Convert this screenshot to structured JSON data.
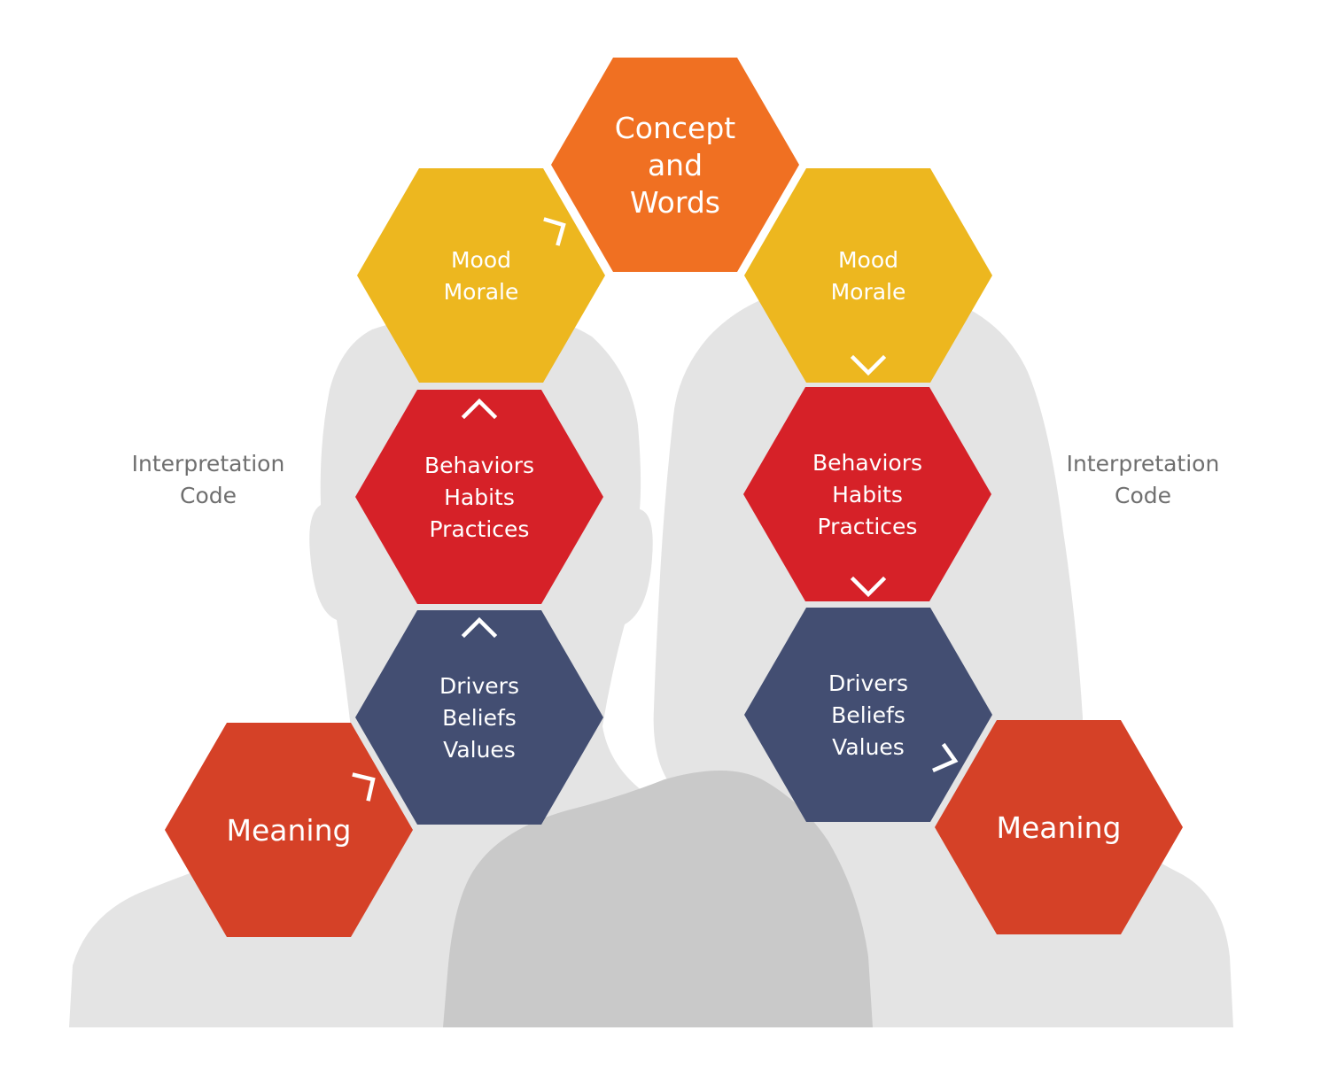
{
  "colors": {
    "orange": "#f07022",
    "yellow": "#edb71f",
    "red": "#d62128",
    "navy": "#434e72",
    "meaning_red": "#d54127",
    "silhouette_light": "#e4e4e4",
    "silhouette_dark": "#c8c8c8",
    "side_text": "#6f6f6f"
  },
  "hexagons": {
    "concept": {
      "lines": [
        "Concept",
        "and",
        "Words"
      ],
      "color": "orange"
    },
    "mood_left": {
      "lines": [
        "Mood",
        "Morale"
      ],
      "color": "yellow"
    },
    "mood_right": {
      "lines": [
        "Mood",
        "Morale"
      ],
      "color": "yellow"
    },
    "behaviors_left": {
      "lines": [
        "Behaviors",
        "Habits",
        "Practices"
      ],
      "color": "red"
    },
    "behaviors_right": {
      "lines": [
        "Behaviors",
        "Habits",
        "Practices"
      ],
      "color": "red"
    },
    "drivers_left": {
      "lines": [
        "Drivers",
        "Beliefs",
        "Values"
      ],
      "color": "navy"
    },
    "drivers_right": {
      "lines": [
        "Drivers",
        "Beliefs",
        "Values"
      ],
      "color": "navy"
    },
    "meaning_left": {
      "lines": [
        "Meaning"
      ],
      "color": "meaning_red"
    },
    "meaning_right": {
      "lines": [
        "Meaning"
      ],
      "color": "meaning_red"
    }
  },
  "side_labels": {
    "left": [
      "Interpretation",
      "Code"
    ],
    "right": [
      "Interpretation",
      "Code"
    ]
  },
  "flow": {
    "left": [
      "meaning_left",
      "drivers_left",
      "behaviors_left",
      "mood_left",
      "concept"
    ],
    "right": [
      "concept",
      "mood_right",
      "behaviors_right",
      "drivers_right",
      "meaning_right"
    ]
  },
  "icons": {
    "silhouettes": [
      "person-left-silhouette",
      "person-right-silhouette",
      "person-center-silhouette"
    ],
    "arrows": [
      "chevron-up-icon",
      "chevron-down-icon",
      "chevron-diagonal-icon"
    ]
  }
}
